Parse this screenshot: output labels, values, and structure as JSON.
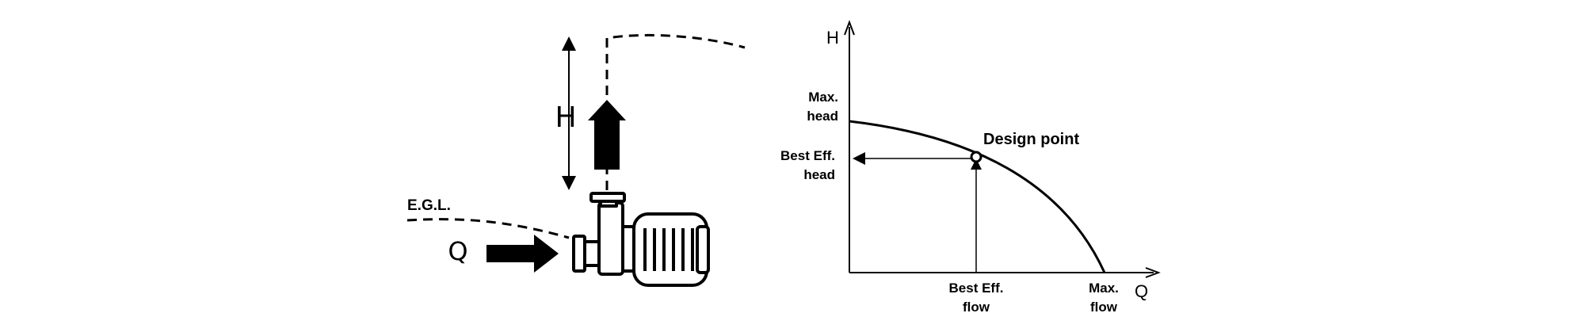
{
  "pump": {
    "head_label": "H",
    "flow_label": "Q",
    "egl_label": "E.G.L."
  },
  "chart": {
    "y_axis_label": "H",
    "x_axis_label": "Q",
    "max_head_line1": "Max.",
    "max_head_line2": "head",
    "best_eff_head_line1": "Best Eff.",
    "best_eff_head_line2": "head",
    "design_point_label": "Design point",
    "best_eff_flow_line1": "Best Eff.",
    "best_eff_flow_line2": "flow",
    "max_flow_line1": "Max.",
    "max_flow_line2": "flow"
  },
  "colors": {
    "ink": "#000000",
    "background": "#ffffff"
  }
}
